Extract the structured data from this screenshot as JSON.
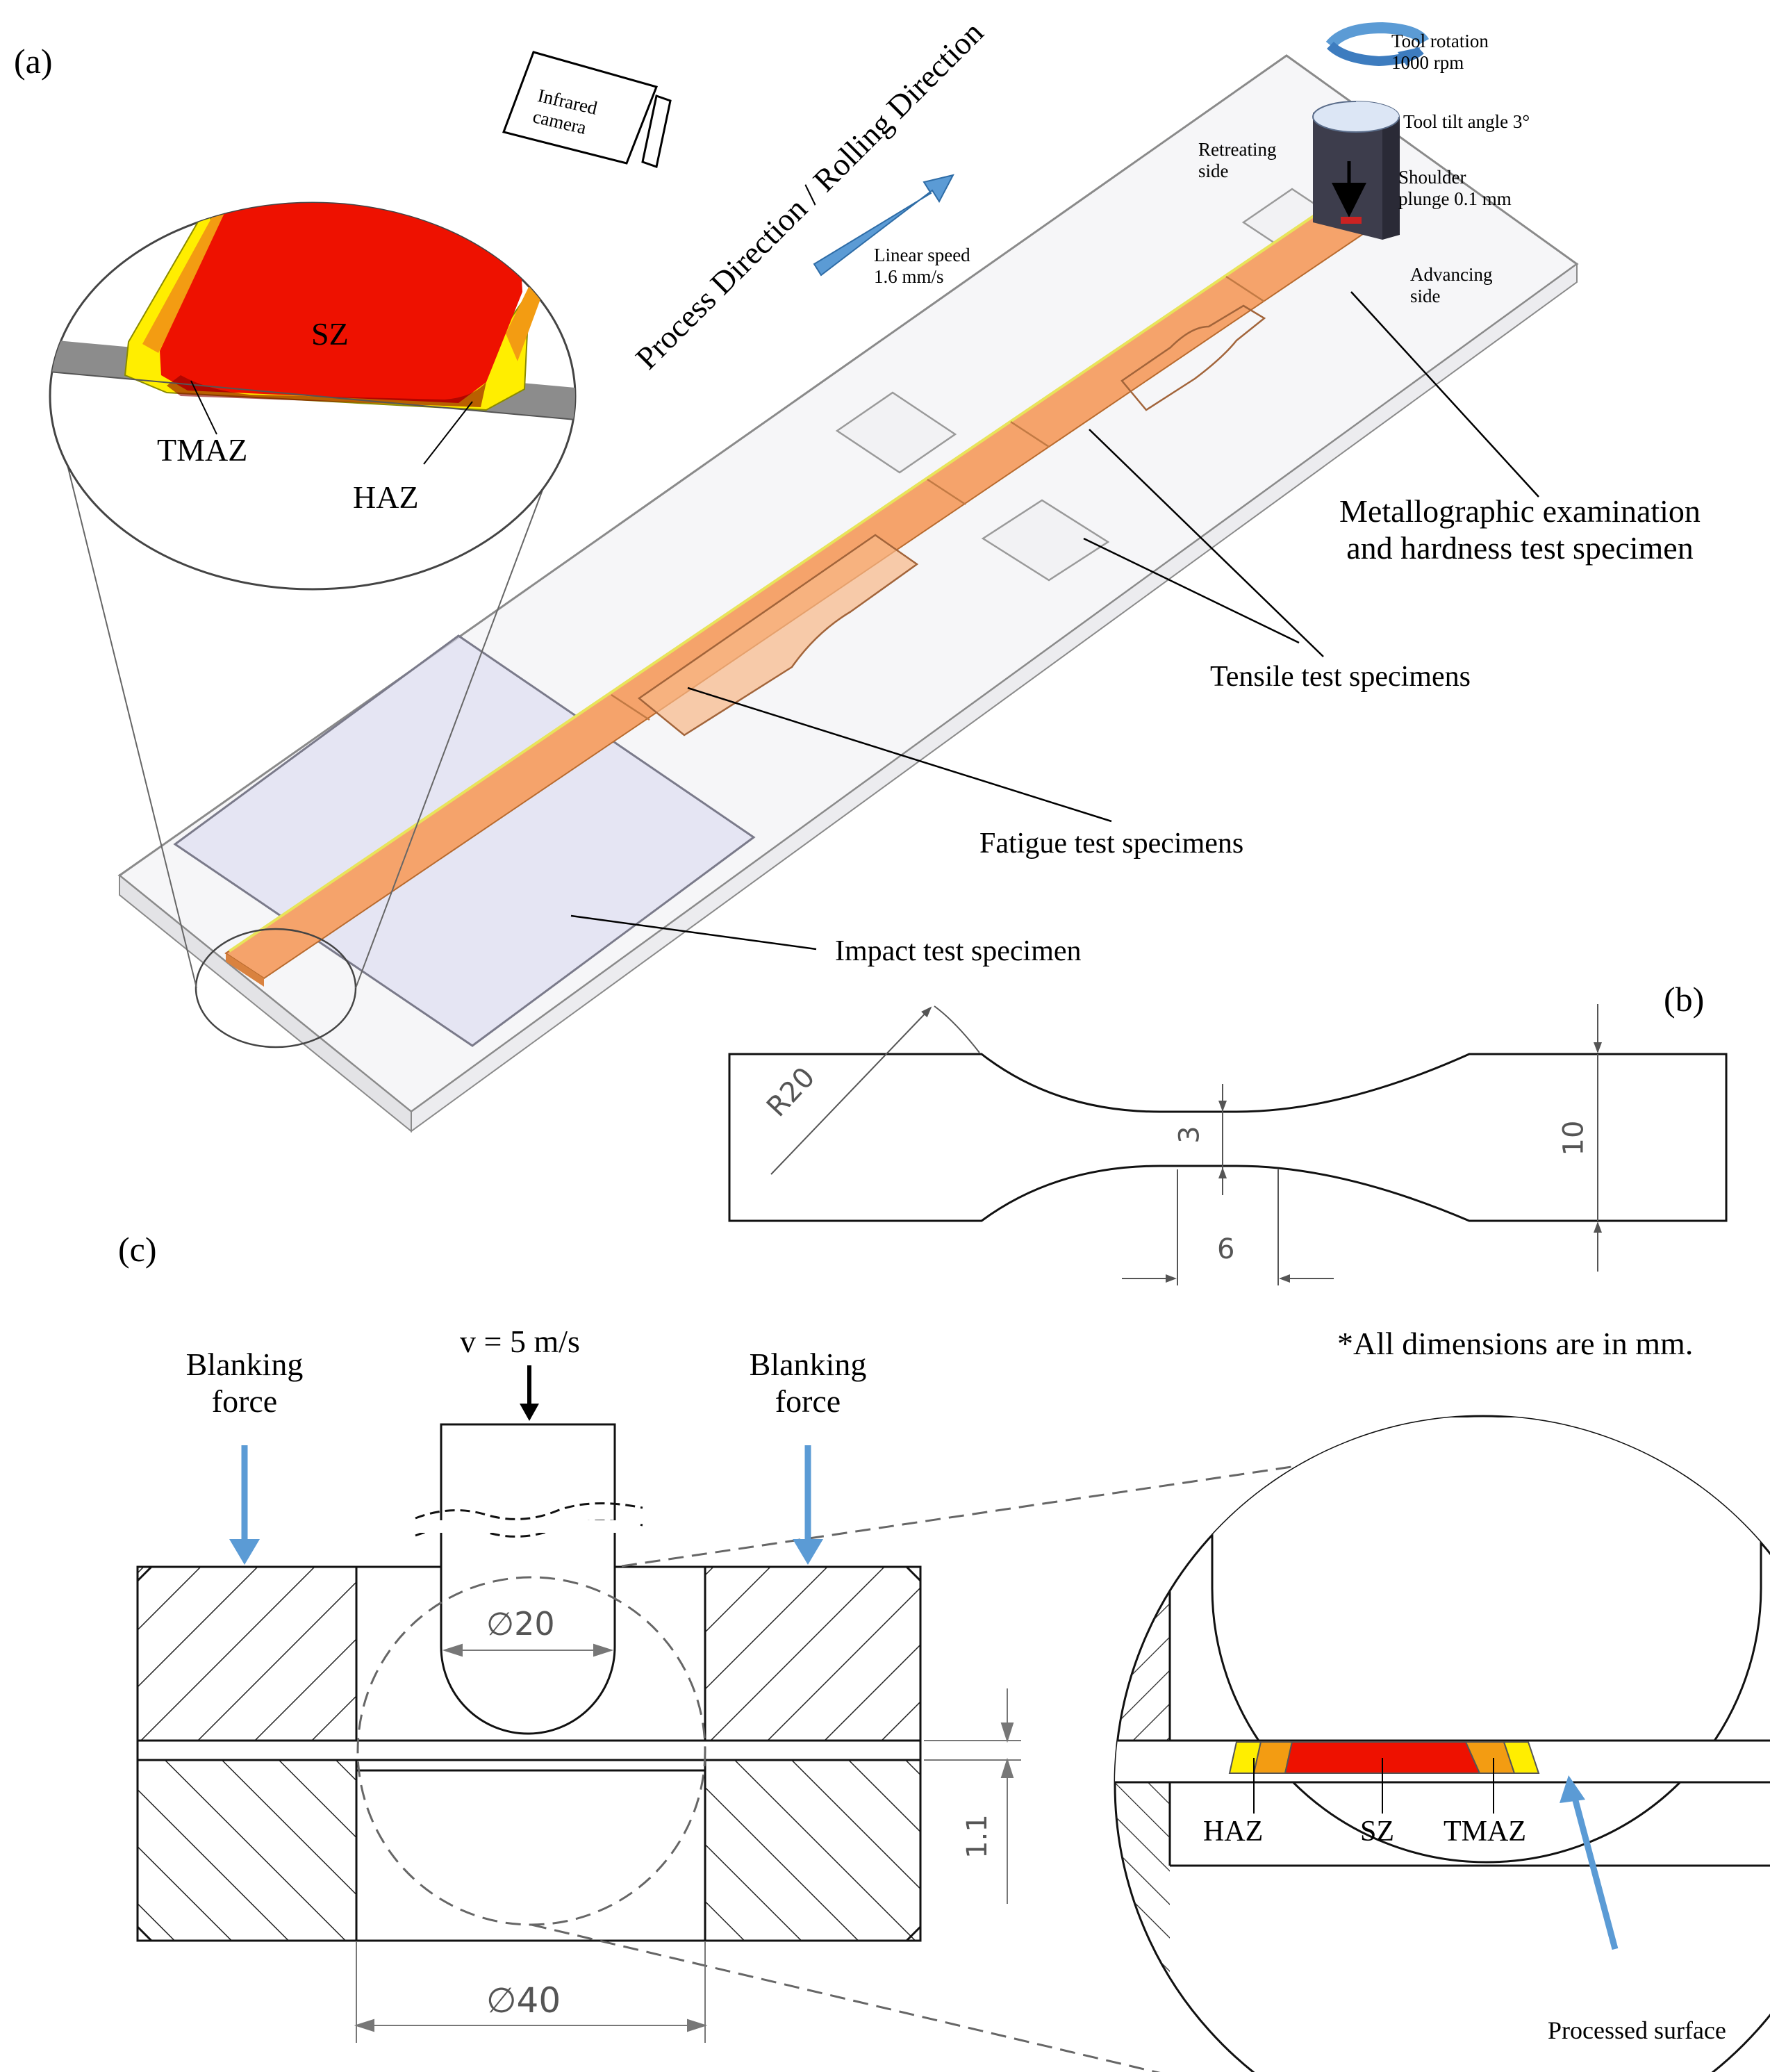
{
  "panels": {
    "a": "(a)",
    "b": "(b)",
    "c": "(c)"
  },
  "colors": {
    "sz": "#ee1100",
    "tmaz": "#f39c12",
    "haz": "#ffee00",
    "plate_orange": "#f5a36b",
    "arrow_blue": "#5b9bd5",
    "tool_dark": "#3d3d4c"
  },
  "panel_a": {
    "infrared_camera": [
      "Infrared",
      "camera"
    ],
    "process_direction": "Process Direction / Rolling Direction",
    "linear_speed": [
      "Linear speed",
      "1.6 mm/s"
    ],
    "tool_rotation": [
      "Tool rotation",
      "1000 rpm"
    ],
    "tool_tilt": "Tool tilt angle 3°",
    "retreating_side": [
      "Retreating",
      "side"
    ],
    "shoulder_plunge": [
      "Shoulder",
      "plunge 0.1 mm"
    ],
    "advancing_side": [
      "Advancing",
      "side"
    ],
    "zoom_labels": {
      "sz": "SZ",
      "tmaz": "TMAZ",
      "haz": "HAZ"
    },
    "metallographic": [
      "Metallographic examination",
      "and hardness test specimen"
    ],
    "tensile": "Tensile test specimens",
    "fatigue": "Fatigue test specimens",
    "impact": "Impact test specimen"
  },
  "panel_b": {
    "radius": "R20",
    "width_narrow": "3",
    "width_full": "10",
    "gauge_length": "6"
  },
  "panel_c": {
    "velocity": "v = 5 m/s",
    "blanking_left": [
      "Blanking",
      "force"
    ],
    "blanking_right": [
      "Blanking",
      "force"
    ],
    "punch_diameter": "∅20",
    "die_diameter": "∅40",
    "thickness": "1.1",
    "note": "*All dimensions are in mm.",
    "zoom_labels": {
      "haz": "HAZ",
      "sz": "SZ",
      "tmaz": "TMAZ"
    },
    "processed_surface": "Processed surface"
  }
}
